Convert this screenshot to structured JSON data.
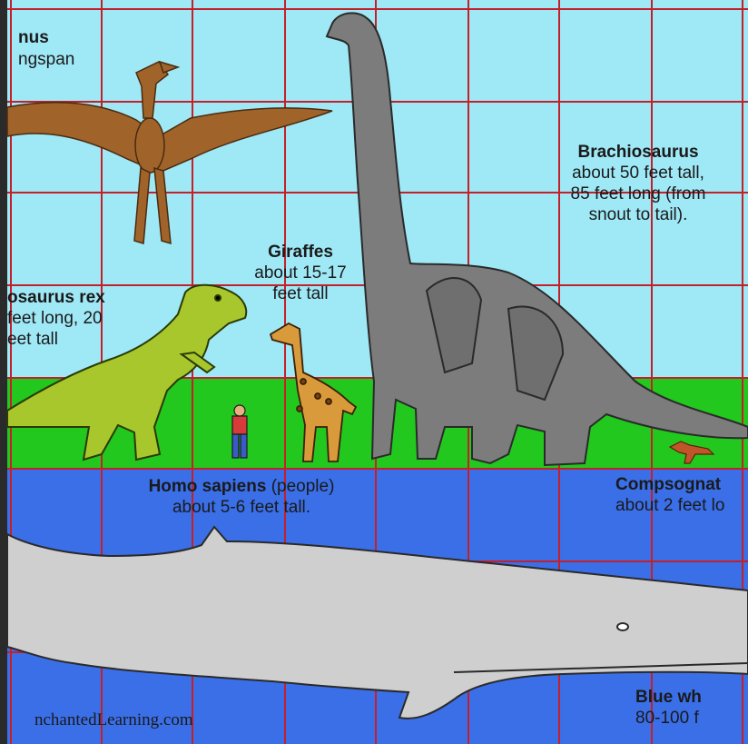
{
  "labels": {
    "pterosaur": {
      "name": "nus",
      "line1": "ngspan"
    },
    "brachiosaurus": {
      "name": "Brachiosaurus",
      "line1": "about 50 feet tall,",
      "line2": "85 feet long (from",
      "line3": "snout to tail)."
    },
    "giraffes": {
      "name": "Giraffes",
      "line1": "about 15-17",
      "line2": "feet tall"
    },
    "trex": {
      "name": "osaurus rex",
      "line1": "feet long, 20",
      "line2": "eet tall"
    },
    "homo": {
      "name": "Homo sapiens",
      "suffix": " (people)",
      "line1": "about 5-6 feet tall."
    },
    "compsognathus": {
      "name": "Compsognat",
      "line1": "about 2 feet lo"
    },
    "whale": {
      "name": "Blue wh",
      "line1": "80-100 f"
    }
  },
  "credit": "nchantedLearning.com",
  "colors": {
    "sky": "#9fe8f6",
    "grass": "#22c81e",
    "water": "#3a6fe8",
    "grid": "#c4202a",
    "brachiosaurus": "#7c7c7c",
    "trex": "#a8c72c",
    "pterosaur": "#a0642a",
    "whale": "#cfcfcf",
    "giraffe": "#d99a3c",
    "human_shirt": "#d63a3a",
    "human_pants": "#3a5ac8",
    "compsognathus": "#c0552a"
  },
  "icons": {
    "pterosaur": "pterosaur-icon",
    "brachiosaurus": "brachiosaurus-icon",
    "trex": "tyrannosaurus-icon",
    "giraffe": "giraffe-icon",
    "human": "human-icon",
    "compsognathus": "compsognathus-icon",
    "whale": "blue-whale-icon"
  }
}
